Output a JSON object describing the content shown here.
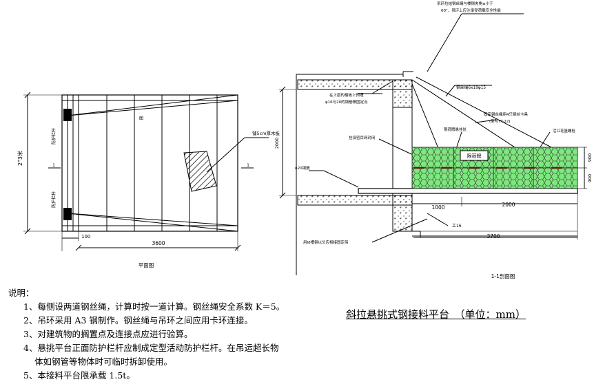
{
  "plan": {
    "dim_width_label": "2\"3米",
    "dim_length": "3600",
    "dim_offset": "100",
    "caption": "平面图",
    "label_center": "图",
    "label_mesh": "铺5cm厚木板",
    "label_side_top": "防护栏杆",
    "label_side_bottom": "防护栏杆",
    "section_mark": "1"
  },
  "section": {
    "note_top_line1": "吊环拉结钢丝绳与楼钢夹角≤小于",
    "note_top_line2": "60°，吊环上应注承受荷载安全性能",
    "note_anchor_line1": "在上层的楼板上预埋",
    "note_anchor_line2": "φ16与20的钢筋做固定点",
    "label_cable": "钢丝绳6x19φ15",
    "label_clip_line1": "固定钢丝绳用4只钢丝卡具",
    "label_clip_line2": "(型号YT-22)",
    "label_sign": "限荷牌",
    "label_sign_hang": "限荷牌悬挂处",
    "label_net": "挂设密目网封闭",
    "label_fence": "活口花篮螺栓",
    "label_bolt": "φ20钢筋",
    "label_hoop": "工16",
    "label_bottom": "用I8槽钢以头应相接固定吊",
    "dim_height": "2000",
    "dim_h1": "900",
    "dim_h2": "900",
    "dim_1000": "1000",
    "dim_2000": "2000",
    "dim_3700": "3700",
    "caption": "1-1剖面图"
  },
  "notes": {
    "heading": "说明：",
    "items": [
      "1、每侧设两道钢丝绳，计算时按一道计算。钢丝绳安全系数 K＝5。",
      "2、吊环采用 A3 钢制作。钢丝绳与吊环之间应用卡环连接。",
      "3、对建筑物的搁置点及连接点应进行验算。",
      "4、悬挑平台正面防护栏杆应制成定型活动防护栏杆。在吊运超长物",
      "5、本接料平台限承载 1.5t。"
    ],
    "item4_cont": "体如钢管等物体时可临时拆卸使用。"
  },
  "title": "斜拉悬挑式钢接料平台　（单位：mm）"
}
